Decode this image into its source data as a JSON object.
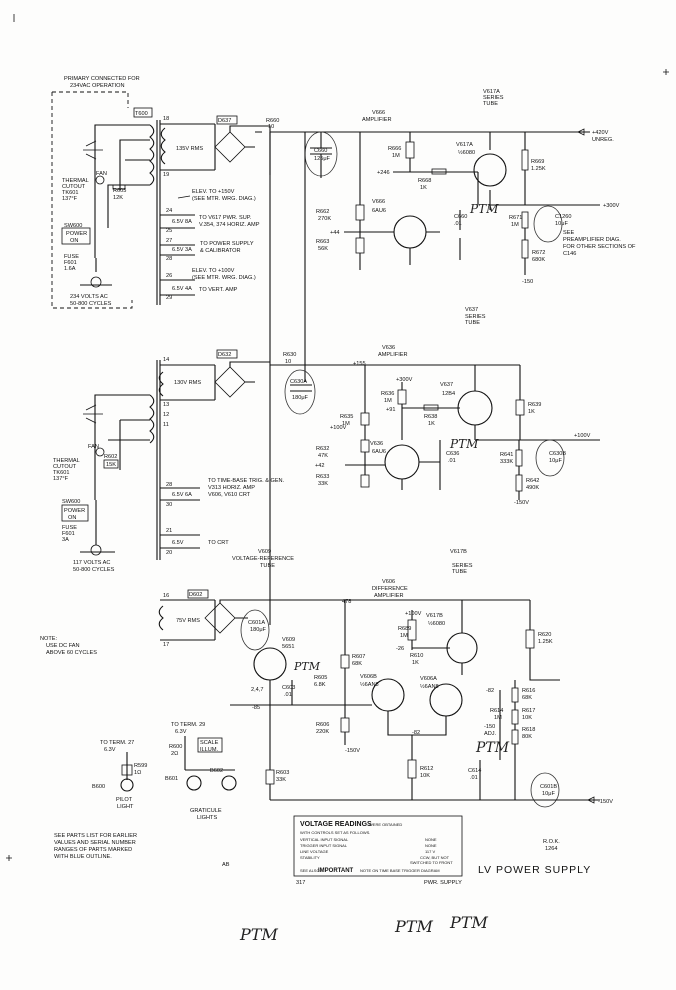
{
  "primary_note": [
    "PRIMARY CONNECTED FOR",
    "234VAC OPERATION"
  ],
  "tubes": {
    "v617a": [
      "V617A",
      "SERIES",
      "TUBE"
    ],
    "v666": [
      "V666",
      "AMPLIFIER"
    ],
    "v637": [
      "V637",
      "SERIES",
      "TUBE"
    ],
    "v636": [
      "V636",
      "AMPLIFIER"
    ],
    "v617b": [
      "V617B",
      "SERIES",
      "TUBE"
    ],
    "v606": [
      "V606",
      "DIFFERENCE",
      "AMPLIFIER"
    ],
    "v609": [
      "V609",
      "VOLTAGE-REFERENCE",
      "TUBE"
    ]
  },
  "outputs": {
    "plus420": [
      "+420V",
      "UNREG."
    ],
    "plus300": "+300V",
    "plus100": "+100V",
    "minus150": "-150V"
  },
  "see_notes": {
    "preamp": [
      "SEE",
      "PREAMPLIFIER DIAG.",
      "FOR OTHER SECTIONS OF",
      "C146"
    ],
    "elev150": [
      "ELEV. TO +150V",
      "(SEE MTR. WRG. DIAG.)"
    ],
    "to_v617": [
      "TO V617 PWR. SUP.",
      "V.354, 374 HORIZ. AMP"
    ],
    "to_power": [
      "TO POWER SUPPLY",
      "& CALIBRATOR"
    ],
    "elev100": [
      "ELEV. TO +100V",
      "(SEE MTR. WRG. DIAG.)"
    ],
    "to_vert": "TO VERT. AMP",
    "to_timebase": [
      "TO TIME-BASE TRIG. & GEN.",
      "V313 HORIZ. AMP",
      "V606, V610 CRT"
    ],
    "to_crt": "TO CRT",
    "to_term29": [
      "TO TERM. 29",
      "6.3V"
    ],
    "to_term27": [
      "TO TERM. 27",
      "6.3V"
    ]
  },
  "primary": {
    "upper": {
      "transformer": "T600",
      "thermal": [
        "THERMAL",
        "CUTOUT",
        "TK601",
        "137°F"
      ],
      "fan": "FAN",
      "r605": [
        "R605",
        "12K"
      ],
      "switch": [
        "SW600",
        "POWER",
        "ON"
      ],
      "fuse": [
        "FUSE",
        "F601",
        "1.6A"
      ],
      "volts": [
        "234 VOLTS AC",
        "50-800 CYCLES"
      ]
    },
    "lower": {
      "thermal": [
        "THERMAL",
        "CUTOUT",
        "TK601",
        "137°F"
      ],
      "fan": "FAN",
      "r602": [
        "R602",
        "15K"
      ],
      "switch": [
        "SW600",
        "POWER",
        "ON"
      ],
      "fuse": [
        "FUSE",
        "F601",
        "3A"
      ],
      "volts": [
        "117 VOLTS AC",
        "50-800 CYCLES"
      ]
    }
  },
  "rectifiers": [
    "D637",
    "D632",
    "D602"
  ],
  "secondary": {
    "rms1": "135V RMS",
    "rms2": "130V RMS",
    "rms3": "75V RMS",
    "fil_8a": "6.5V  8A",
    "fil_3a": "6.5V  3A",
    "fil_4a": "6.5V  4A",
    "fil_6a": "6.5V  6A",
    "fil_crt": "6.5V",
    "terminals": [
      "18",
      "19",
      "24",
      "25",
      "26",
      "27",
      "28",
      "29",
      "14",
      "13",
      "12",
      "11",
      "28",
      "30",
      "21",
      "20",
      "16",
      "17"
    ]
  },
  "components": {
    "r660": [
      "R660",
      "10"
    ],
    "c660": [
      "C660",
      "125μF"
    ],
    "r666": [
      "R666",
      "1M"
    ],
    "r668": [
      "R668",
      "1K"
    ],
    "v617a_tube": [
      "V617A",
      "½6080"
    ],
    "r669": [
      "R669",
      "1.25K"
    ],
    "v666_tube": [
      "V666",
      "6AU6"
    ],
    "r662": [
      "R662",
      "270K"
    ],
    "r663": [
      "R663",
      "56K"
    ],
    "c660b": [
      "C660",
      ".01"
    ],
    "r671": [
      "R671",
      "1M"
    ],
    "c1260": [
      "C1260",
      "10μF"
    ],
    "r672": [
      "R672",
      "680K"
    ],
    "r630": [
      "R630",
      "10"
    ],
    "c630": [
      "C630A",
      "180μF"
    ],
    "r636": [
      "R636",
      "1M"
    ],
    "r638": [
      "R638",
      "1K"
    ],
    "r635": [
      "R635",
      "1M"
    ],
    "v637_tube": [
      "V637",
      "12B4"
    ],
    "r639": [
      "R639",
      "1K"
    ],
    "v636_tube": [
      "V636",
      "6AU6"
    ],
    "r632": [
      "R632",
      "47K"
    ],
    "r633": [
      "R633",
      "33K"
    ],
    "c636": [
      "C636",
      ".01"
    ],
    "r641": [
      "R641",
      "333K"
    ],
    "c630b": [
      "C630B",
      "10μF"
    ],
    "r642": [
      "R642",
      "490K"
    ],
    "c601": [
      "C601A",
      "180μF"
    ],
    "v609_tube": [
      "V609",
      "5651"
    ],
    "c603": [
      "C603",
      ".01"
    ],
    "r689": [
      "R689",
      "1M"
    ],
    "r610": [
      "R610",
      "1K"
    ],
    "r607": [
      "R607",
      "68K"
    ],
    "r605b": [
      "R605",
      "6.8K"
    ],
    "v606b": [
      "V606B",
      "½6AN8"
    ],
    "v617b_tube": [
      "V617B",
      "½6080"
    ],
    "v606a": [
      "V606A",
      "½6AN8"
    ],
    "r620": [
      "R620",
      "1.25K"
    ],
    "r606": [
      "R606",
      "220K"
    ],
    "r612": [
      "R612",
      "10K"
    ],
    "r616": [
      "R616",
      "68K"
    ],
    "r617": [
      "R617",
      "10K"
    ],
    "r614": [
      "R614",
      "1M"
    ],
    "r618": [
      "R618",
      "80K"
    ],
    "c614": [
      "C614",
      ".01"
    ],
    "c601b": [
      "C601B",
      "10μF"
    ],
    "r603": [
      "R603",
      "33K"
    ],
    "adj": [
      "-150",
      "ADJ."
    ]
  },
  "node_volts": {
    "n246": "+246",
    "n44": "+44",
    "n155": "+155",
    "n300": "+300V",
    "n91": "+91",
    "n42": "+42",
    "n100": "+100V",
    "n150": "-150",
    "n150v": "-150V",
    "n478": "478",
    "n100b": "+100V",
    "n26": "-26",
    "n82": "-82",
    "n82b": "-82",
    "n85": "-85",
    "n150c": "-150V",
    "n247": "2,4,7",
    "n150d": "-150V"
  },
  "pilot": {
    "r600": [
      "R600",
      "2Ω"
    ],
    "scale": [
      "SCALE",
      "ILLUM."
    ],
    "r599": [
      "R599",
      "1Ω"
    ],
    "b600": "B600",
    "b601": "B601",
    "b602": "B602",
    "pilot_label": [
      "PILOT",
      "LIGHT"
    ],
    "graticule": [
      "GRATICULE",
      "LIGHTS"
    ]
  },
  "note_fan": [
    "NOTE:",
    "USE DC FAN",
    "ABOVE 60 CYCLES"
  ],
  "parts_note": [
    "SEE PARTS LIST FOR EARLIER",
    "VALUES AND SERIAL NUMBER",
    "RANGES OF PARTS MARKED",
    "WITH BLUE OUTLINE."
  ],
  "voltage_box": {
    "title": "VOLTAGE READINGS",
    "title_small": "WERE OBTAINED",
    "line1": "WITH CONTROLS SET AS FOLLOWS.",
    "rows": [
      {
        "label": "VERTICAL INPUT SIGNAL",
        "value": "NONE"
      },
      {
        "label": "TRIGGER INPUT SIGNAL",
        "value": "NONE"
      },
      {
        "label": "LINE VOLTAGE",
        "value": "117 V"
      },
      {
        "label": "STABILITY",
        "value": "CCW, BUT NOT"
      },
      {
        "label": "",
        "value": "SWITCHED TO FRONT"
      }
    ],
    "important": "IMPORTANT",
    "important_pre": "SEE ALSO",
    "important_post": "NOTE ON TIME BASE TRIGGER DIAGRAM"
  },
  "stamp": [
    "R.O.K.",
    "1264"
  ],
  "title": "LV POWER SUPPLY",
  "page_code": "AB",
  "page_num": "317",
  "footer": "PWR. SUPPLY",
  "handwriting": [
    "PTM",
    "PTM",
    "PTM"
  ],
  "handwriting_small": [
    "PTM",
    "PTM",
    "PTM",
    "PTM"
  ]
}
